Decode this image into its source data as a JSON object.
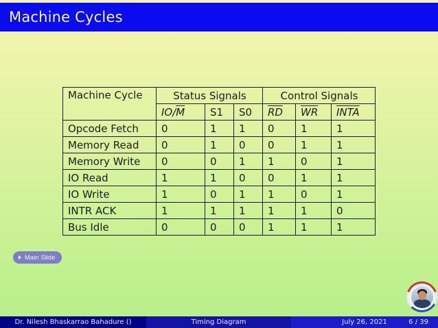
{
  "slide": {
    "title": "Machine Cycles",
    "nav_button": {
      "label": "Main Slide",
      "icon": "play-triangle"
    },
    "footer": {
      "author": "Dr. Nilesh Bhaskarrao Bahadure ()",
      "short_title": "Timing Diagram",
      "date": "July 26, 2021",
      "page": "6 / 39"
    }
  },
  "table": {
    "corner_header": "Machine Cycle",
    "group_headers": [
      "Status Signals",
      "Control Signals"
    ],
    "signals": [
      {
        "pre": "IO/",
        "over": "M",
        "italic": true
      },
      {
        "pre": "S1",
        "over": "",
        "italic": false
      },
      {
        "pre": "S0",
        "over": "",
        "italic": false
      },
      {
        "pre": "",
        "over": "RD",
        "italic": true
      },
      {
        "pre": "",
        "over": "WR",
        "italic": true
      },
      {
        "pre": "",
        "over": "INTA",
        "italic": true
      }
    ],
    "rows": [
      {
        "name": "Opcode Fetch",
        "values": [
          "0",
          "1",
          "1",
          "0",
          "1",
          "1"
        ]
      },
      {
        "name": "Memory Read",
        "values": [
          "0",
          "1",
          "0",
          "0",
          "1",
          "1"
        ]
      },
      {
        "name": "Memory Write",
        "values": [
          "0",
          "0",
          "1",
          "1",
          "0",
          "1"
        ]
      },
      {
        "name": "IO Read",
        "values": [
          "1",
          "1",
          "0",
          "0",
          "1",
          "1"
        ]
      },
      {
        "name": "IO Write",
        "values": [
          "1",
          "0",
          "1",
          "1",
          "0",
          "1"
        ]
      },
      {
        "name": "INTR ACK",
        "values": [
          "1",
          "1",
          "1",
          "1",
          "1",
          "0"
        ]
      },
      {
        "name": "Bus Idle",
        "values": [
          "0",
          "0",
          "0",
          "1",
          "1",
          "1"
        ]
      }
    ]
  },
  "colors": {
    "title_bar": "#0b0bf0",
    "bg_top": "#f2f4ad",
    "bg_bottom": "#b8f08a",
    "footer_author": "#020287",
    "footer_title": "#1414a4",
    "footer_date": "#1c1cc8",
    "nav_button_bg": "#7c7fc1"
  }
}
